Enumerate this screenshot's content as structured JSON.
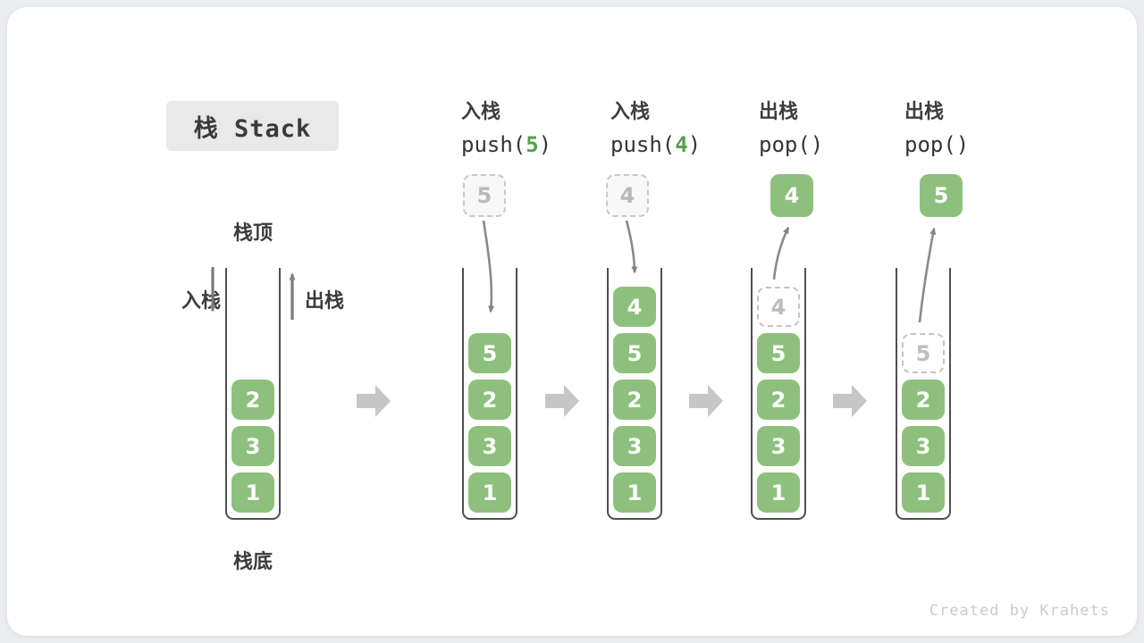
{
  "title": {
    "label": "栈 Stack"
  },
  "colors": {
    "page_background": "#ecedef",
    "card_background": "#ffffff",
    "title_background": "#e9e9e9",
    "cell_green": "#8ec07d",
    "code_arg_green": "#56a04c",
    "ghost_border": "#c9c9c9",
    "ghost_text": "#b9b9b9",
    "wall_gray": "#4f4f4f",
    "curve_arrow_gray": "#8a8a8a",
    "block_arrow_gray": "#c6c6c6",
    "text_dark": "#3b3b3b",
    "watermark_gray": "#cbcbcb"
  },
  "initial_stack": {
    "top_label": "栈顶",
    "bottom_label": "栈底",
    "push_label": "入栈",
    "pop_label": "出栈",
    "cells": [
      "2",
      "3",
      "1"
    ]
  },
  "steps": [
    {
      "name": "push-5",
      "op_label": "入栈",
      "code": {
        "pre": "push(",
        "arg": "5",
        "post": ")"
      },
      "float": {
        "value": "5",
        "style": "ghost"
      },
      "cells": [
        {
          "v": "5"
        },
        {
          "v": "2"
        },
        {
          "v": "3"
        },
        {
          "v": "1"
        }
      ]
    },
    {
      "name": "push-4",
      "op_label": "入栈",
      "code": {
        "pre": "push(",
        "arg": "4",
        "post": ")"
      },
      "float": {
        "value": "4",
        "style": "ghost"
      },
      "cells": [
        {
          "v": "4"
        },
        {
          "v": "5"
        },
        {
          "v": "2"
        },
        {
          "v": "3"
        },
        {
          "v": "1"
        }
      ]
    },
    {
      "name": "pop-4",
      "op_label": "出栈",
      "code": {
        "pre": "pop(",
        "arg": "",
        "post": ")"
      },
      "float": {
        "value": "4",
        "style": "solid"
      },
      "cells": [
        {
          "v": "4",
          "ghost": true
        },
        {
          "v": "5"
        },
        {
          "v": "2"
        },
        {
          "v": "3"
        },
        {
          "v": "1"
        }
      ]
    },
    {
      "name": "pop-5",
      "op_label": "出栈",
      "code": {
        "pre": "pop(",
        "arg": "",
        "post": ")"
      },
      "float": {
        "value": "5",
        "style": "solid"
      },
      "cells": [
        {
          "v": "5",
          "ghost": true
        },
        {
          "v": "2"
        },
        {
          "v": "3"
        },
        {
          "v": "1"
        }
      ]
    }
  ],
  "watermark": "Created by Krahets"
}
